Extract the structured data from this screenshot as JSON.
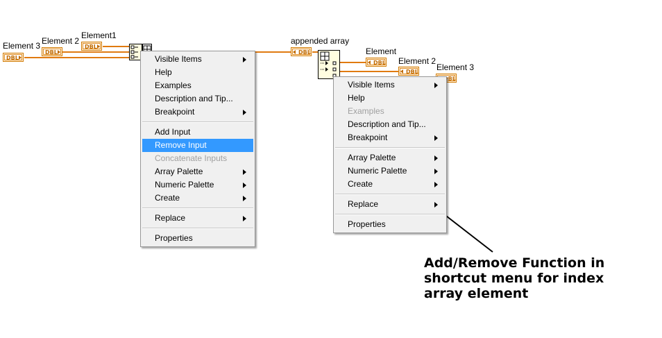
{
  "left_diagram": {
    "labels": [
      "Element 3",
      "Element 2",
      "Element1"
    ],
    "type_label": "DBL",
    "menu": [
      {
        "label": "Visible Items",
        "submenu": true
      },
      {
        "label": "Help"
      },
      {
        "label": "Examples"
      },
      {
        "label": "Description and Tip..."
      },
      {
        "label": "Breakpoint",
        "submenu": true
      },
      {
        "separator": true
      },
      {
        "label": "Add Input"
      },
      {
        "label": "Remove Input",
        "selected": true
      },
      {
        "label": "Concatenate Inputs",
        "disabled": true
      },
      {
        "label": "Array Palette",
        "submenu": true
      },
      {
        "label": "Numeric Palette",
        "submenu": true
      },
      {
        "label": "Create",
        "submenu": true
      },
      {
        "separator": true
      },
      {
        "label": "Replace",
        "submenu": true
      },
      {
        "separator": true
      },
      {
        "label": "Properties"
      }
    ]
  },
  "right_diagram": {
    "input_label": "appended array",
    "labels": [
      "Element",
      "Element 2",
      "Element 3"
    ],
    "type_label": "DBL",
    "menu": [
      {
        "label": "Visible Items",
        "submenu": true
      },
      {
        "label": "Help"
      },
      {
        "label": "Examples",
        "disabled": true
      },
      {
        "label": "Description and Tip..."
      },
      {
        "label": "Breakpoint",
        "submenu": true
      },
      {
        "separator": true
      },
      {
        "label": "Array Palette",
        "submenu": true
      },
      {
        "label": "Numeric Palette",
        "submenu": true
      },
      {
        "label": "Create",
        "submenu": true
      },
      {
        "separator": true
      },
      {
        "label": "Replace",
        "submenu": true
      },
      {
        "separator": true
      },
      {
        "label": "Properties"
      }
    ]
  },
  "annotation": {
    "lines": [
      "Add/Remove Function in",
      "shortcut menu for index",
      "array element"
    ]
  },
  "colors": {
    "wire": "#e07a10",
    "menu_bg": "#f0f0f0",
    "selected": "#3399ff",
    "disabled_text": "#a0a0a0"
  }
}
